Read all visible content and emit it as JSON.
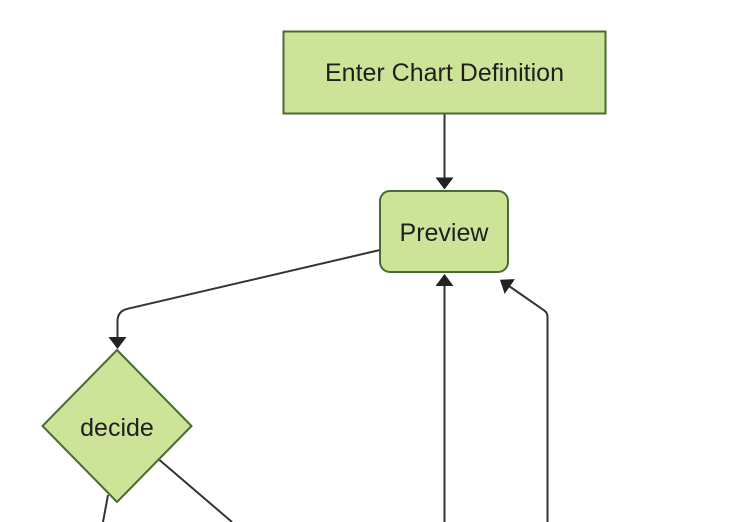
{
  "diagram": {
    "type": "flowchart",
    "direction": "top-down",
    "background_color": "#ffffff",
    "palette": {
      "background": "#ffffff",
      "node_fill": "#cde498",
      "node_stroke": "#466b33",
      "edge_stroke": "#333333",
      "arrow_fill": "#222222",
      "label_color": "#1f1f1f"
    },
    "nodes": [
      {
        "id": "enter-chart-definition",
        "label": "Enter Chart Definition",
        "shape": "rectangle"
      },
      {
        "id": "preview",
        "label": "Preview",
        "shape": "rounded-rectangle"
      },
      {
        "id": "decide",
        "label": "decide",
        "shape": "diamond"
      }
    ],
    "edges": [
      {
        "from": "enter-chart-definition",
        "to": "preview",
        "arrowhead": "end"
      },
      {
        "from": "preview",
        "to": "decide",
        "arrowhead": "end"
      },
      {
        "from": "offscreen-bottom-center",
        "to": "preview",
        "arrowhead": "end"
      },
      {
        "from": "offscreen-bottom-right",
        "to": "preview",
        "arrowhead": "end"
      },
      {
        "from": "decide",
        "to": "offscreen-bottom-left",
        "arrowhead": "offscreen"
      },
      {
        "from": "decide",
        "to": "offscreen-bottom-right",
        "arrowhead": "offscreen"
      }
    ]
  }
}
